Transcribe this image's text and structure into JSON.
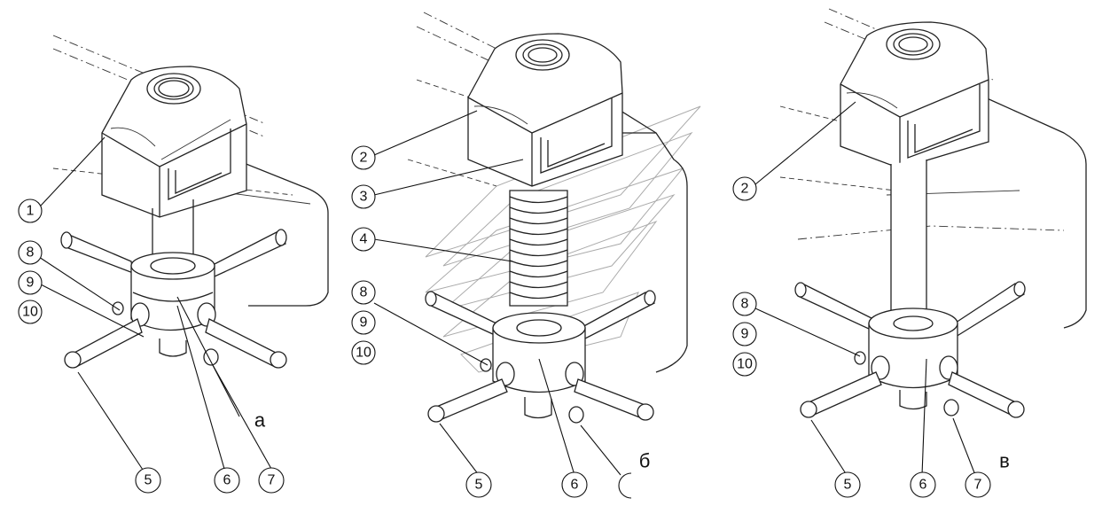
{
  "views": [
    {
      "id": "a",
      "letter": "а",
      "callouts": [
        "1",
        "8",
        "9",
        "10",
        "5",
        "6",
        "7"
      ]
    },
    {
      "id": "b",
      "letter": "б",
      "callouts": [
        "2",
        "3",
        "4",
        "8",
        "9",
        "10",
        "5",
        "6"
      ]
    },
    {
      "id": "v",
      "letter": "в",
      "callouts": [
        "2",
        "8",
        "9",
        "10",
        "5",
        "6",
        "7"
      ]
    }
  ],
  "colors": {
    "line": "#222222",
    "background": "#ffffff",
    "watermark": "#aaaaaa"
  }
}
